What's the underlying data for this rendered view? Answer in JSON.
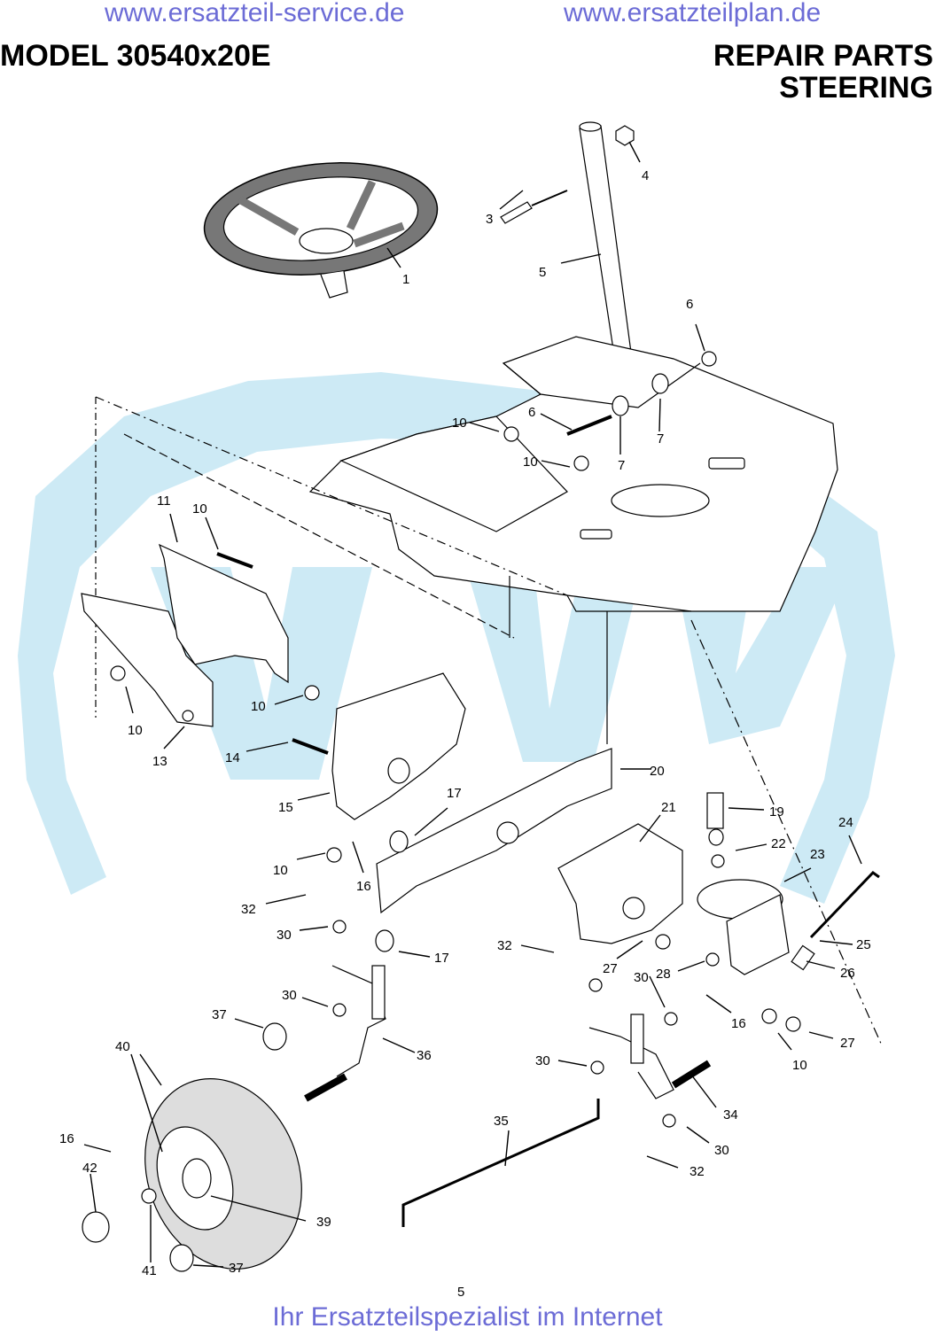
{
  "header": {
    "url_left": "www.ersatzteil-service.de",
    "url_right": "www.ersatzteilplan.de",
    "model": "MODEL 30540x20E",
    "section": "REPAIR PARTS",
    "subsection": "STEERING"
  },
  "callouts": [
    {
      "id": "c1",
      "text": "1"
    },
    {
      "id": "c3",
      "text": "3"
    },
    {
      "id": "c4",
      "text": "4"
    },
    {
      "id": "c5",
      "text": "5"
    },
    {
      "id": "c6a",
      "text": "6"
    },
    {
      "id": "c6b",
      "text": "6"
    },
    {
      "id": "c7a",
      "text": "7"
    },
    {
      "id": "c7b",
      "text": "7"
    },
    {
      "id": "c10a",
      "text": "10"
    },
    {
      "id": "c10b",
      "text": "10"
    },
    {
      "id": "c11",
      "text": "11"
    },
    {
      "id": "c10c",
      "text": "10"
    },
    {
      "id": "c10d",
      "text": "10"
    },
    {
      "id": "c10e",
      "text": "10"
    },
    {
      "id": "c13",
      "text": "13"
    },
    {
      "id": "c14",
      "text": "14"
    },
    {
      "id": "c15",
      "text": "15"
    },
    {
      "id": "c17a",
      "text": "17"
    },
    {
      "id": "c20",
      "text": "20"
    },
    {
      "id": "c21",
      "text": "21"
    },
    {
      "id": "c19",
      "text": "19"
    },
    {
      "id": "c22",
      "text": "22"
    },
    {
      "id": "c24",
      "text": "24"
    },
    {
      "id": "c23",
      "text": "23"
    },
    {
      "id": "c10f",
      "text": "10"
    },
    {
      "id": "c16a",
      "text": "16"
    },
    {
      "id": "c32a",
      "text": "32"
    },
    {
      "id": "c30a",
      "text": "30"
    },
    {
      "id": "c17b",
      "text": "17"
    },
    {
      "id": "c32b",
      "text": "32"
    },
    {
      "id": "c25",
      "text": "25"
    },
    {
      "id": "c27a",
      "text": "27"
    },
    {
      "id": "c30b",
      "text": "30"
    },
    {
      "id": "c28",
      "text": "28"
    },
    {
      "id": "c26",
      "text": "26"
    },
    {
      "id": "c30c",
      "text": "30"
    },
    {
      "id": "c37a",
      "text": "37"
    },
    {
      "id": "c16b",
      "text": "16"
    },
    {
      "id": "c27b",
      "text": "27"
    },
    {
      "id": "c40",
      "text": "40"
    },
    {
      "id": "c36",
      "text": "36"
    },
    {
      "id": "c30d",
      "text": "30"
    },
    {
      "id": "c10g",
      "text": "10"
    },
    {
      "id": "c34",
      "text": "34"
    },
    {
      "id": "c35",
      "text": "35"
    },
    {
      "id": "c16c",
      "text": "16"
    },
    {
      "id": "c42",
      "text": "42"
    },
    {
      "id": "c30e",
      "text": "30"
    },
    {
      "id": "c32c",
      "text": "32"
    },
    {
      "id": "c39",
      "text": "39"
    },
    {
      "id": "c41",
      "text": "41"
    },
    {
      "id": "c37b",
      "text": "37"
    }
  ],
  "page_number": "5",
  "footer": "Ihr Ersatzteilspezialist im Internet",
  "colors": {
    "watermark": "#c8e8f4",
    "link": "#6c6cd6",
    "ink": "#000000"
  }
}
